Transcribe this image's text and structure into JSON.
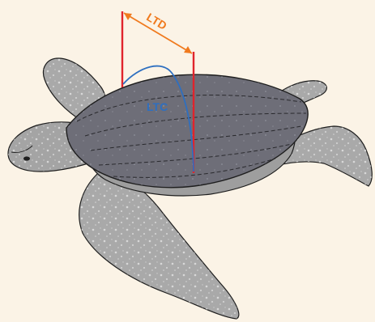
{
  "labels": {
    "ltd": "LTD",
    "ltc": "LTC"
  },
  "colors": {
    "background": "#FBF3E6",
    "ltd_label": "#F07A1E",
    "ltd_arrow": "#F07A1E",
    "ltc_label": "#2E6FC0",
    "ltc_curve": "#2E6FC0",
    "measure_bars": "#E0242C",
    "skin": "#A9A9A9",
    "carapace": "#6E6E78",
    "outline": "#1E1E1E"
  },
  "icons": {
    "turtle": "leatherback-turtle-illustration",
    "ltd_arrow": "double-headed-arrow",
    "ltc_curve": "curved-tape-measure-line"
  }
}
